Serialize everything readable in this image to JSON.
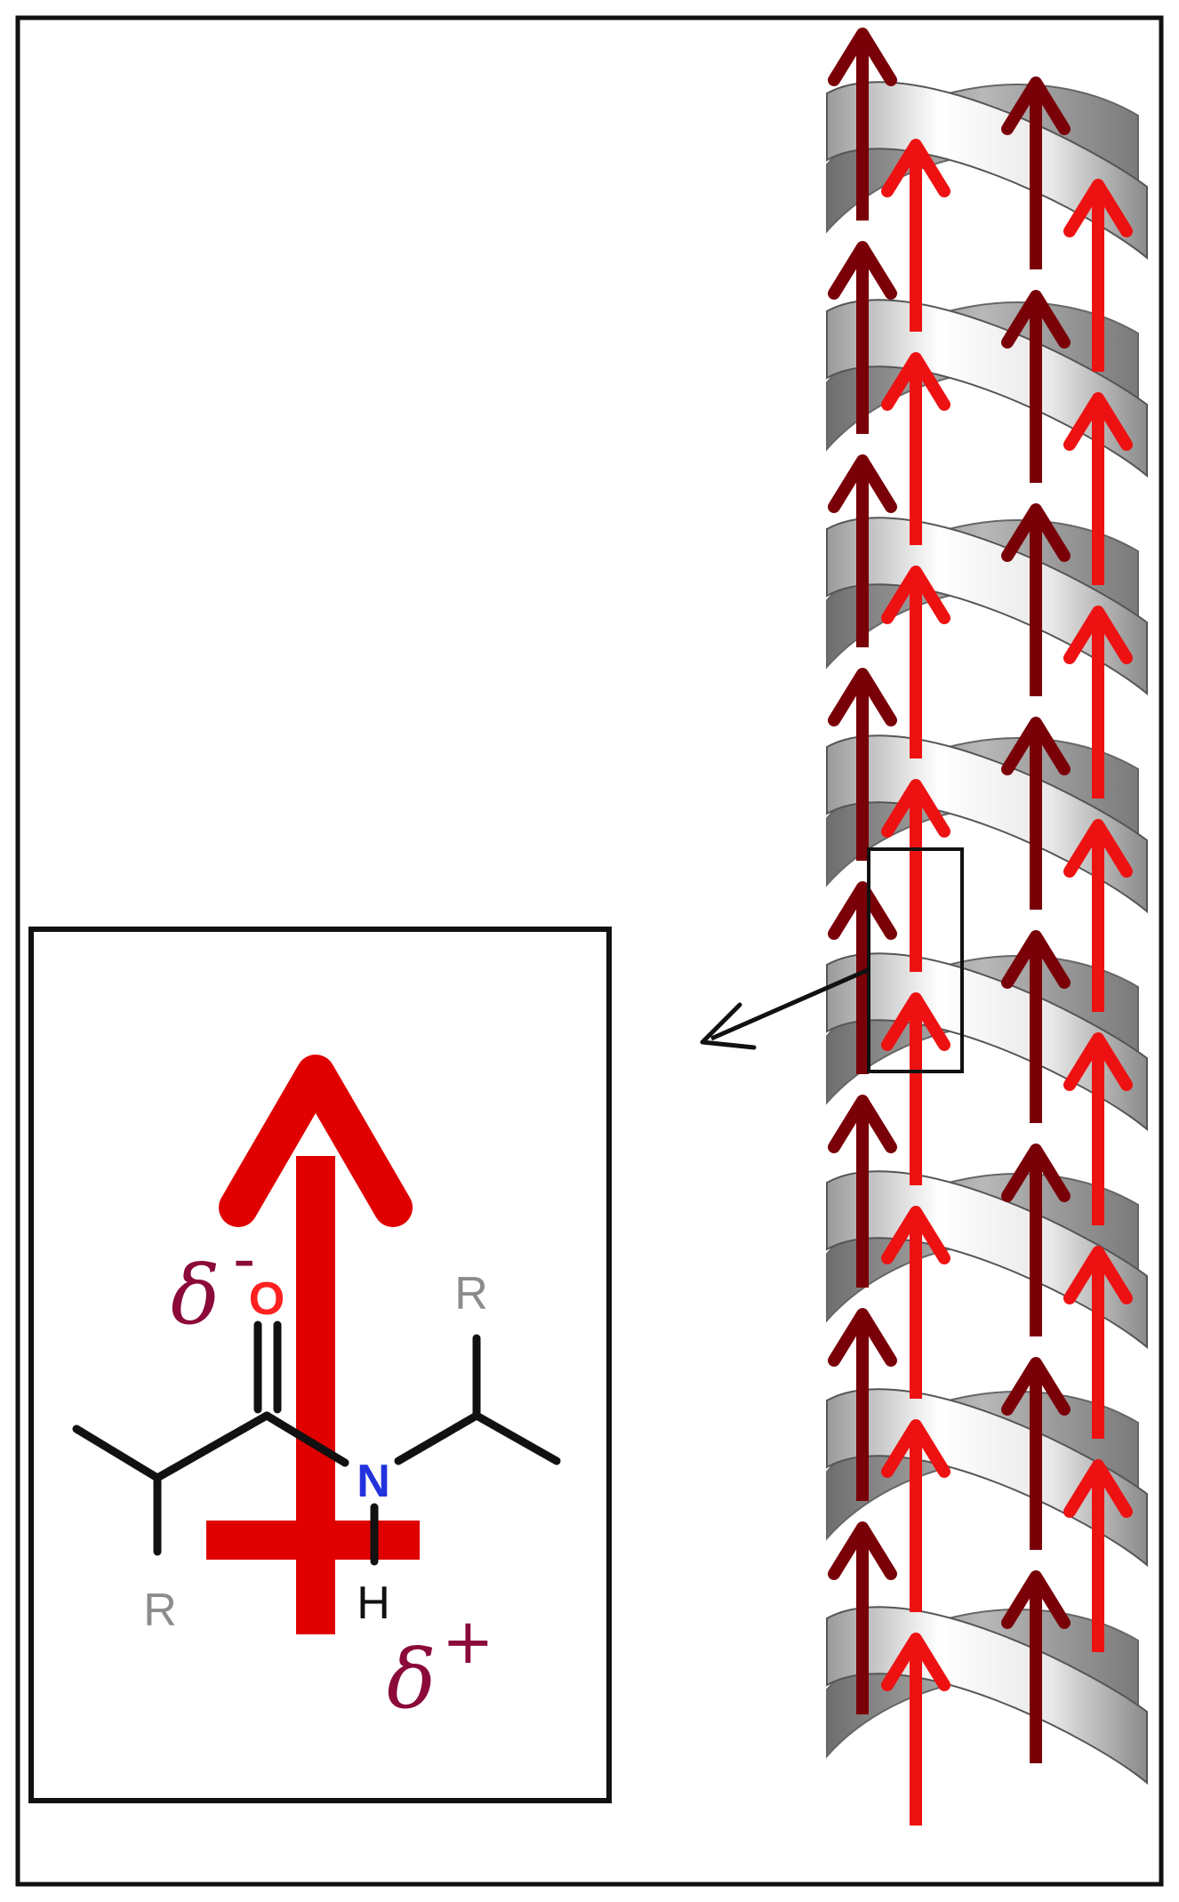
{
  "colors": {
    "dipole_red": "#e00000",
    "arrow_bright": "#ee1111",
    "arrow_dark": "#7a0008",
    "delta_label": "#8b0a3a",
    "oxygen": "#ff2020",
    "nitrogen": "#2233dd",
    "substituent_gray": "#8c8c8c",
    "ribbon_light": "#f2f2f2",
    "ribbon_shade": "#8a8a8a"
  },
  "molecule": {
    "oxygen_label": "O",
    "nitrogen_label": "N",
    "hydrogen_label": "H",
    "r_top_label": "R",
    "r_bottom_label": "R",
    "delta_minus_symbol": "δ",
    "delta_minus_sign": "-",
    "delta_plus_symbol": "δ",
    "delta_plus_sign": "+"
  },
  "icons": {
    "helix": "alpha-helix-ribbon-icon",
    "dipole": "dipole-arrow-icon",
    "callout": "callout-arrow-icon"
  }
}
